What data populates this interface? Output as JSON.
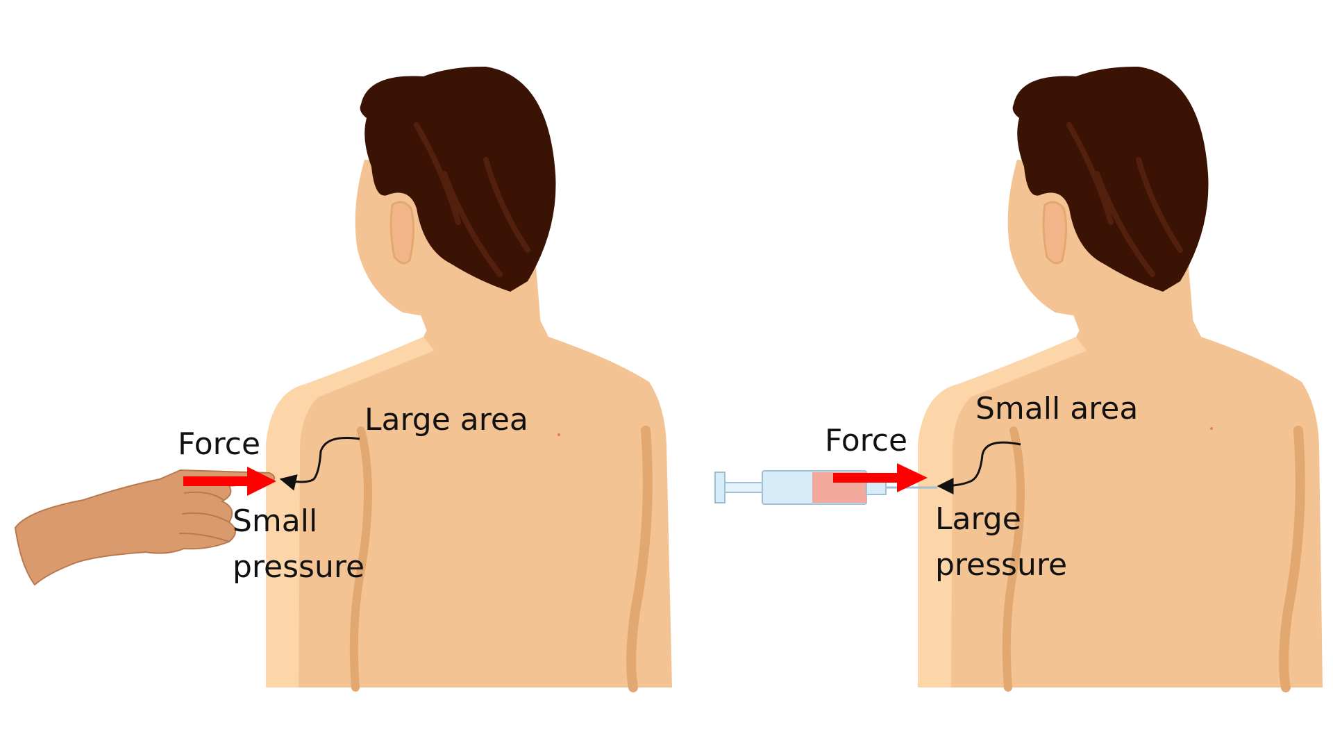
{
  "left_panel": {
    "force_label": "Force",
    "area_label": "Large area",
    "pressure_line1": "Small",
    "pressure_line2": "pressure",
    "tool_icon": "pointing-finger-icon"
  },
  "right_panel": {
    "force_label": "Force",
    "area_label": "Small area",
    "pressure_line1": "Large",
    "pressure_line2": "pressure",
    "tool_icon": "syringe-icon"
  },
  "colors": {
    "skin": "#F4C393",
    "skin_light": "#FCD6A8",
    "skin_shadow": "#E3A870",
    "hair": "#3A1305",
    "hair_highlight": "#5A2410",
    "hand_skin": "#D99B6E",
    "force_arrow": "#FF0000",
    "syringe_liquid": "#F2A99B",
    "syringe_barrel": "#D6ECF8"
  }
}
